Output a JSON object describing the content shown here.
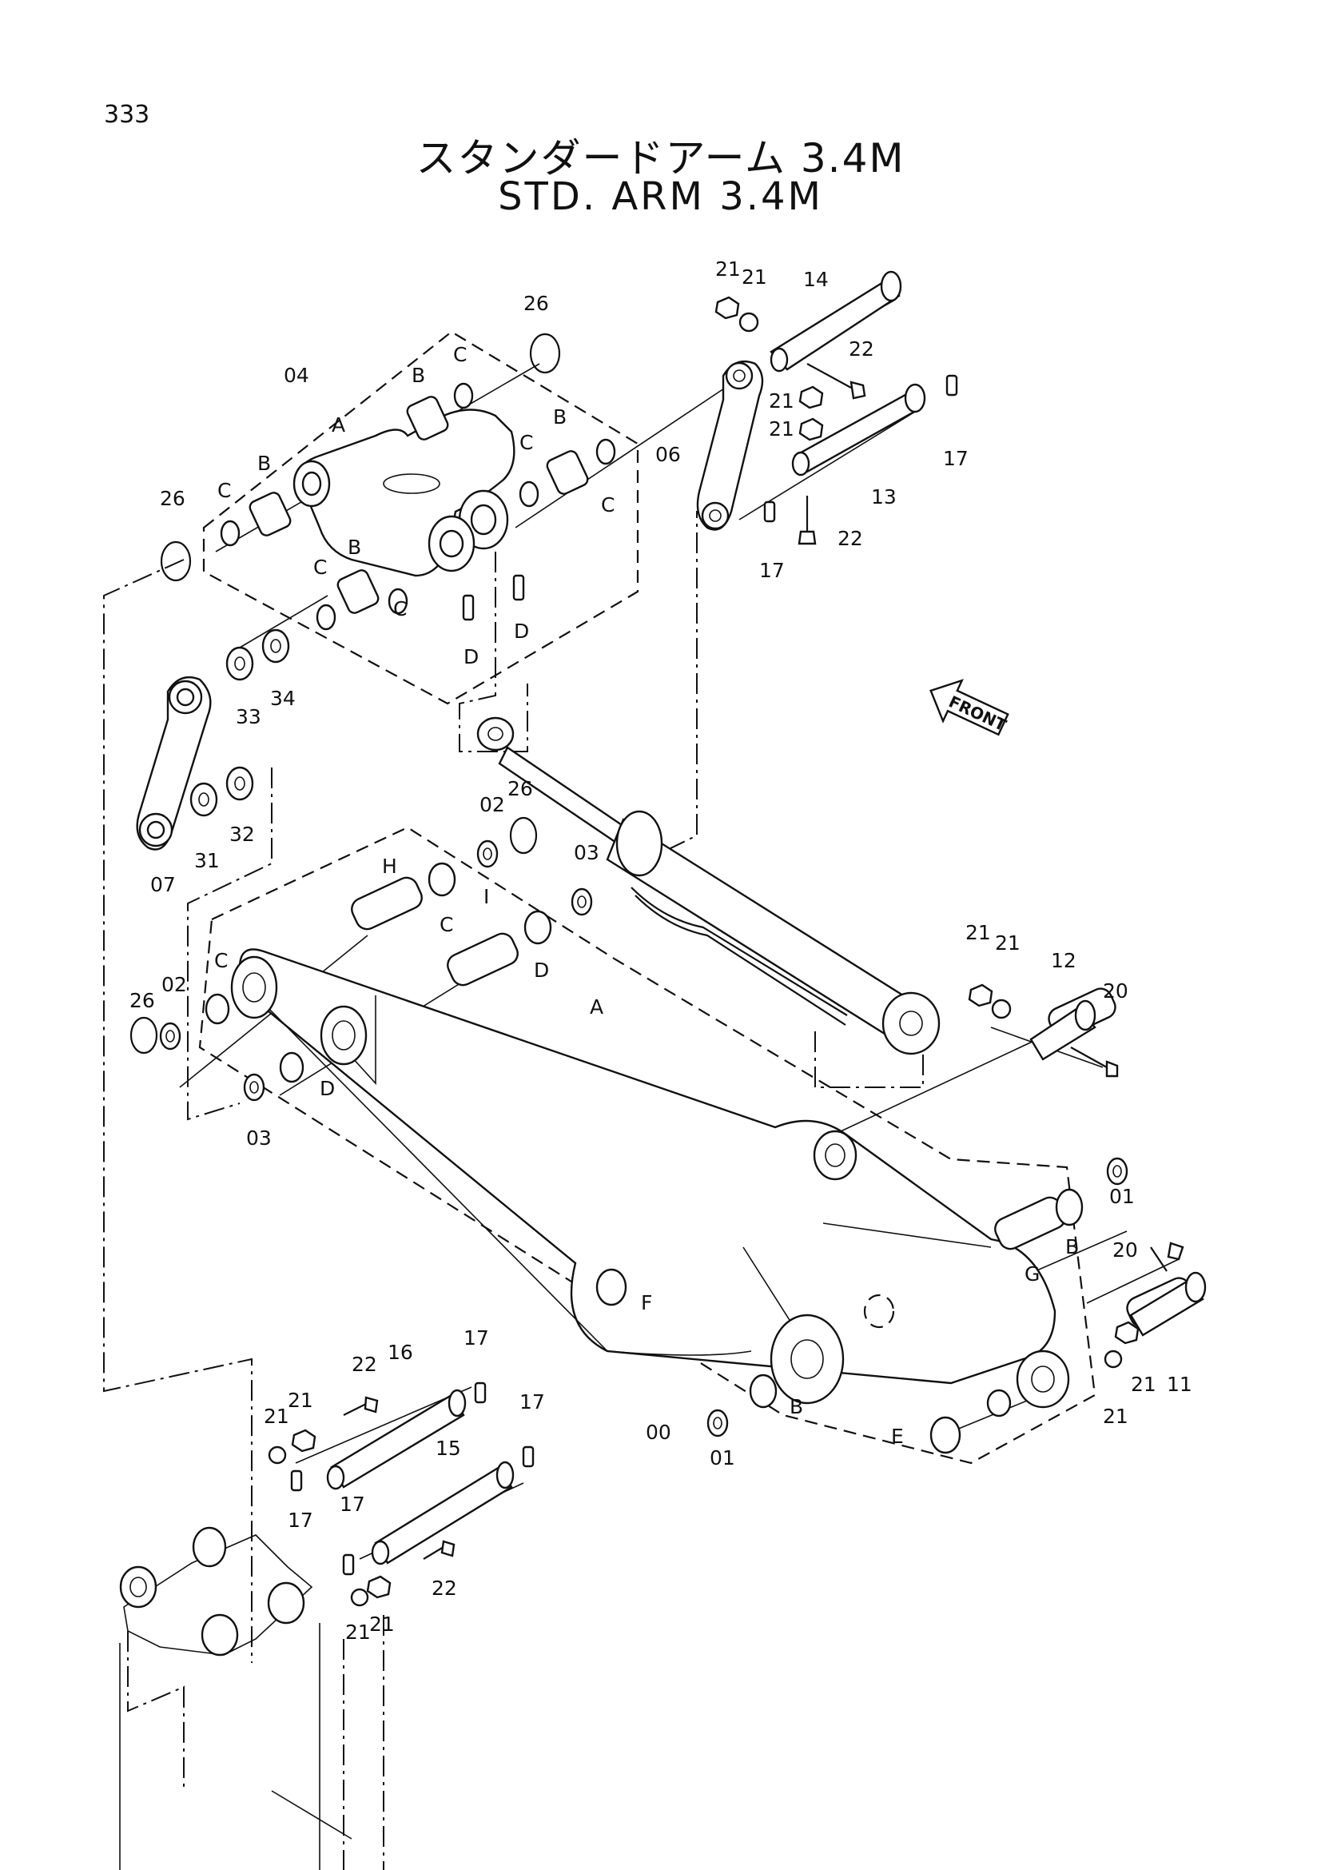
{
  "page": {
    "number": "333"
  },
  "title": {
    "japanese": "スタンダードアーム 3.4M",
    "english": "STD. ARM 3.4M"
  },
  "front_marker": "FRONT",
  "labels": {
    "p00": "00",
    "p01a": "01",
    "p01b": "01",
    "p02a": "02",
    "p02b": "02",
    "p03a": "03",
    "p03b": "03",
    "p04": "04",
    "p06": "06",
    "p07": "07",
    "p11": "11",
    "p12": "12",
    "p13": "13",
    "p14": "14",
    "p15": "15",
    "p16": "16",
    "p17a": "17",
    "p17b": "17",
    "p17c": "17",
    "p17d": "17",
    "p17e": "17",
    "p17f": "17",
    "p20a": "20",
    "p20b": "20",
    "p21a": "21",
    "p21b": "21",
    "p21c": "21",
    "p21d": "21",
    "p21e": "21",
    "p21f": "21",
    "p21g": "21",
    "p21h": "21",
    "p21i": "21",
    "p21j": "21",
    "p21k": "21",
    "p21l": "21",
    "p22a": "22",
    "p22b": "22",
    "p22c": "22",
    "p22d": "22",
    "p26a": "26",
    "p26b": "26",
    "p26c": "26",
    "p26d": "26",
    "p31": "31",
    "p32": "32",
    "p33": "33",
    "p34": "34",
    "lA1": "A",
    "lA2": "A",
    "lB1": "B",
    "lB2": "B",
    "lB3": "B",
    "lB4": "B",
    "lB5": "B",
    "lC1": "C",
    "lC2": "C",
    "lC3": "C",
    "lC4": "C",
    "lC5": "C",
    "lC6": "C",
    "lC7": "C",
    "lC8": "C",
    "lD1": "D",
    "lD2": "D",
    "lD3": "D",
    "lD4": "D",
    "lE": "E",
    "lF": "F",
    "lG": "G",
    "lH": "H",
    "lI": "I"
  }
}
